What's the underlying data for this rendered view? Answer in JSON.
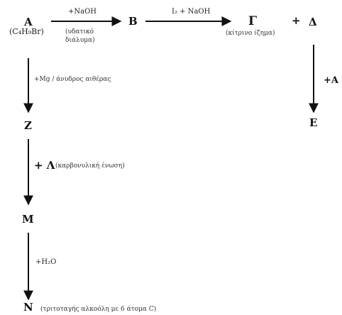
{
  "nodes": {
    "A": "A",
    "A_formula": "(C₄H₉Br)",
    "B": "B",
    "Gamma": "Γ",
    "Gamma_note": "(κίτρινο ίζημα)",
    "Delta": "Δ",
    "E": "E",
    "Z": "Z",
    "M": "M",
    "N": "N",
    "N_note": "(τριτοταγής αλκοόλη με 6 άτομα C)"
  },
  "plus_sign": "+",
  "reagents": {
    "A_to_B": "+NaOH",
    "A_to_B_note_1": "(υδατικό",
    "A_to_B_note_2": "διάλυμα)",
    "B_to_Gamma": "I₂ + NaOH",
    "Delta_to_E": "+A",
    "A_to_Z": "+Mg / άνυδρος αιθέρας",
    "Z_to_M_plus": "+ Λ",
    "Z_to_M_note": "(καρβονυλική ένωση)",
    "M_to_N": "+H₂O"
  }
}
